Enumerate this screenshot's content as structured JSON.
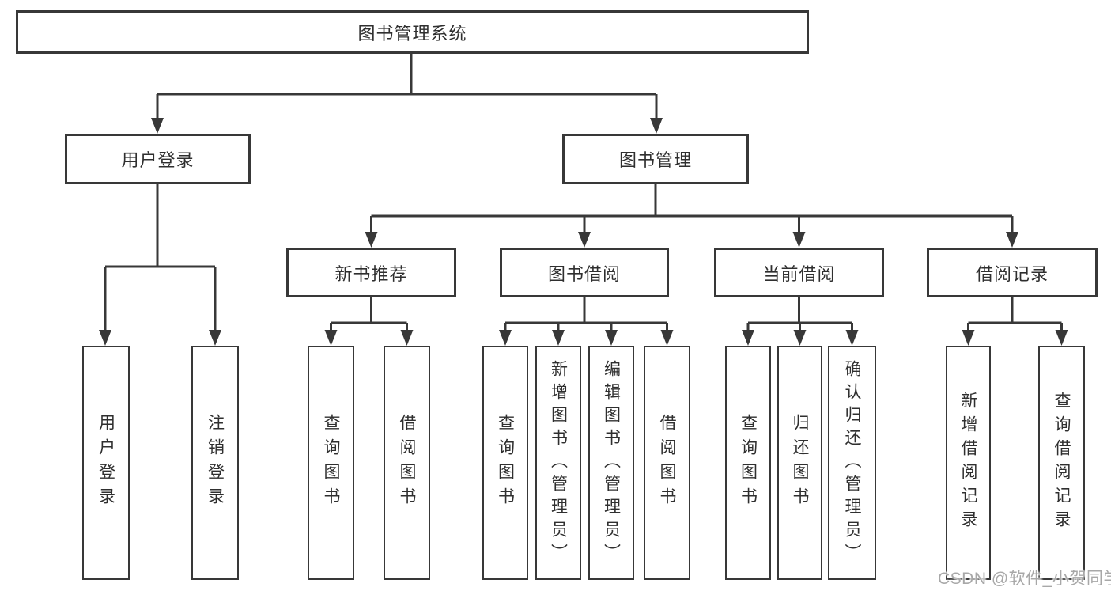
{
  "tree": {
    "root": {
      "label": "图书管理系统"
    },
    "level2": [
      {
        "label": "用户登录"
      },
      {
        "label": "图书管理"
      }
    ],
    "level3": [
      {
        "label": "新书推荐"
      },
      {
        "label": "图书借阅"
      },
      {
        "label": "当前借阅"
      },
      {
        "label": "借阅记录"
      }
    ],
    "leaves": {
      "user_login": [
        {
          "label": "用户登录"
        },
        {
          "label": "注销登录"
        }
      ],
      "new_books": [
        {
          "label": "查询图书"
        },
        {
          "label": "借阅图书"
        }
      ],
      "book_borrow": [
        {
          "label": "查询图书"
        },
        {
          "label": "新增图书（管理员）"
        },
        {
          "label": "编辑图书（管理员）"
        },
        {
          "label": "借阅图书"
        }
      ],
      "current_borrow": [
        {
          "label": "查询图书"
        },
        {
          "label": "归还图书"
        },
        {
          "label": "确认归还（管理员）"
        }
      ],
      "borrow_records": [
        {
          "label": "新增借阅记录"
        },
        {
          "label": "查询借阅记录"
        }
      ]
    }
  },
  "watermark": {
    "text": "CSDN @软件_小贺同学"
  },
  "colors": {
    "line": "#383838",
    "box_fill": "#ffffff",
    "text": "#2f2f2f",
    "background": "#ffffff",
    "watermark": "#a8a8a8"
  }
}
